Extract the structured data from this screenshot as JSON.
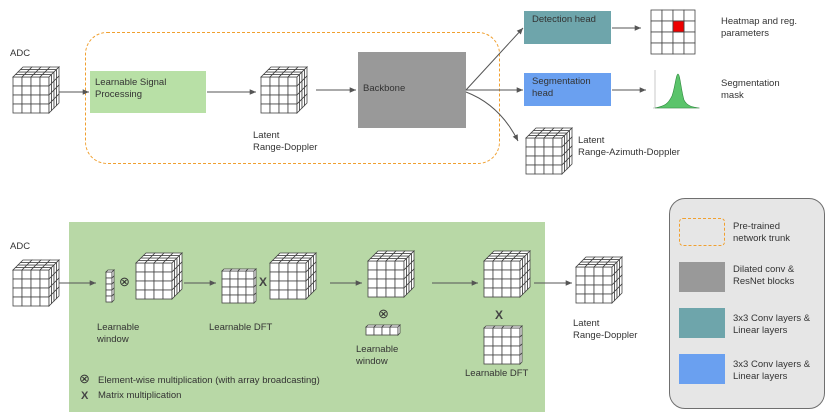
{
  "top": {
    "adc_label": "ADC",
    "learnable_signal_processing": "Learnable Signal Processing",
    "latent_rd_label_line1": "Latent",
    "latent_rd_label_line2": "Range-Doppler",
    "backbone": "Backbone",
    "detection_head": "Detection head",
    "segmentation_head": "Segmentation head",
    "heatmap_label_line1": "Heatmap and reg.",
    "heatmap_label_line2": "parameters",
    "seg_mask_label_line1": "Segmentation",
    "seg_mask_label_line2": "mask",
    "latent_rad_label_line1": "Latent",
    "latent_rad_label_line2": "Range-Azimuth-Doppler"
  },
  "bottom": {
    "adc_label": "ADC",
    "learnable_window_1_line1": "Learnable",
    "learnable_window_1_line2": "window",
    "learnable_dft_1": "Learnable DFT",
    "learnable_window_2_line1": "Learnable",
    "learnable_window_2_line2": "window",
    "learnable_dft_2": "Learnable DFT",
    "latent_rd_line1": "Latent",
    "latent_rd_line2": "Range-Doppler",
    "elementwise_symbol": "⊗",
    "matrix_symbol": "X",
    "elementwise_note": "Element-wise multiplication (with array broadcasting)",
    "matrix_note": "Matrix multiplication"
  },
  "legend": {
    "pretrained_line1": "Pre-trained",
    "pretrained_line2": "network trunk",
    "dilated_line1": "Dilated conv &",
    "dilated_line2": "ResNet blocks",
    "conv_teal_line1": "3x3 Conv layers &",
    "conv_teal_line2": "Linear layers",
    "conv_blue_line1": "3x3 Conv layers &",
    "conv_blue_line2": "Linear layers"
  },
  "colors": {
    "green_box": "#b8e0a6",
    "backbone": "#999999",
    "teal": "#6ea5ab",
    "blue": "#6aa0f0",
    "panel_green": "#b8d8a6",
    "dashed_orange": "#f0a030",
    "heatmap_red": "#ee0000"
  }
}
